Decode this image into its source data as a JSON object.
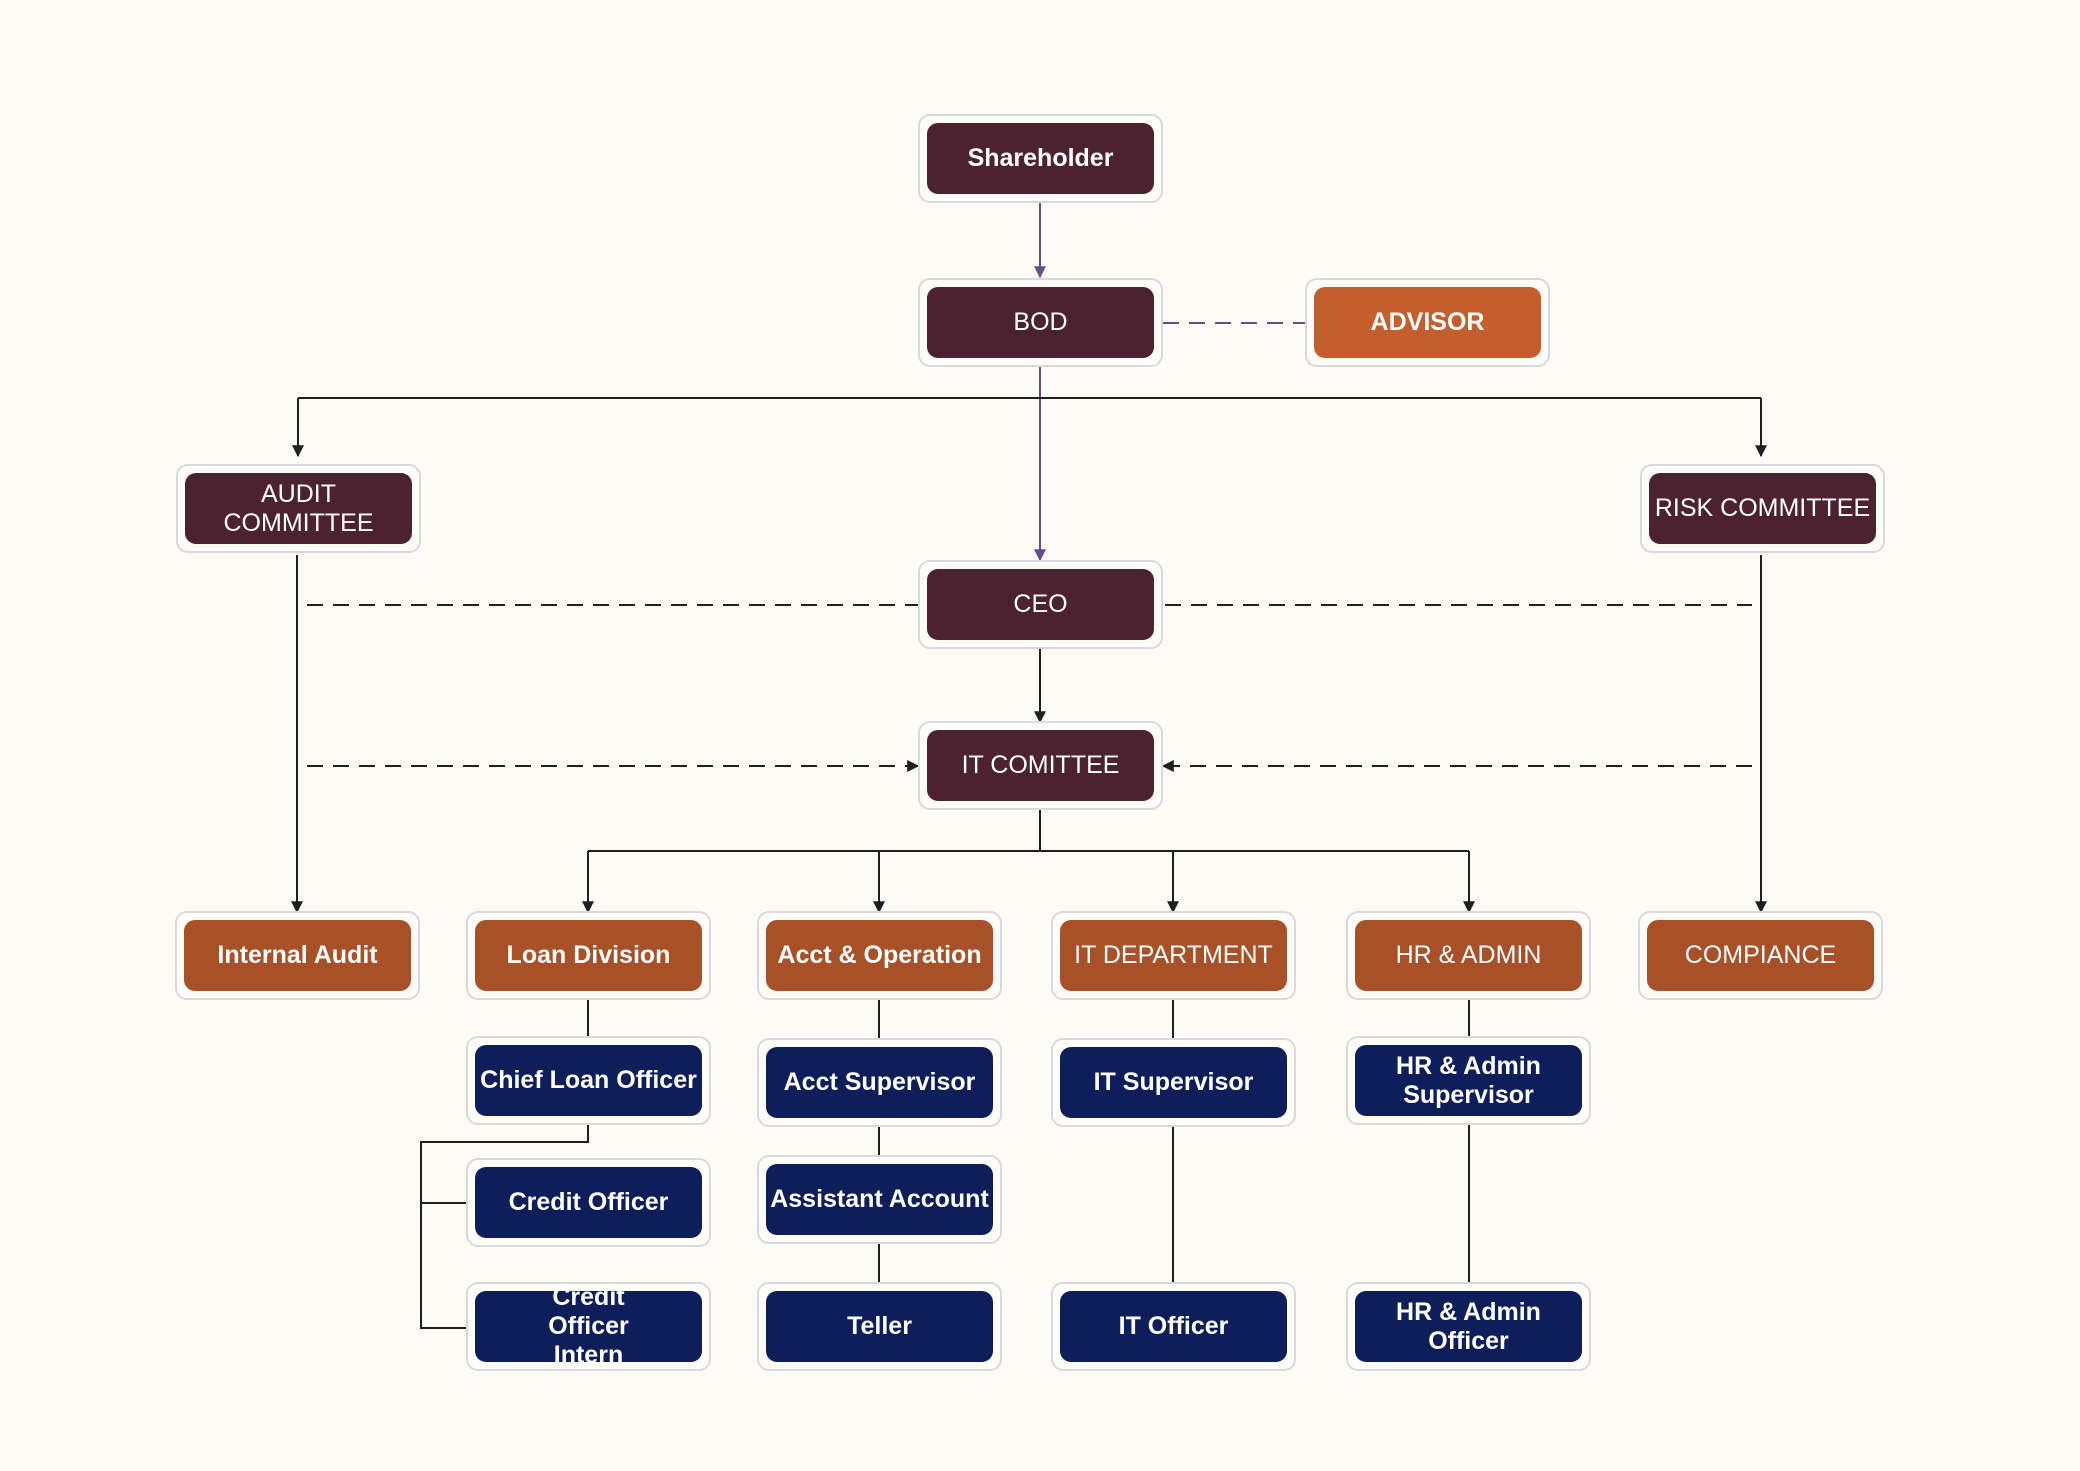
{
  "chart": {
    "nodes": {
      "shareholder": "Shareholder",
      "bod": "BOD",
      "advisor": "ADVISOR",
      "audit_committee": "AUDIT COMMITTEE",
      "risk_committee": "RISK COMMITTEE",
      "ceo": "CEO",
      "it_committee": "IT COMITTEE",
      "internal_audit": "Internal Audit",
      "loan_division": "Loan Division",
      "acct_operation": "Acct & Operation",
      "it_department": "IT DEPARTMENT",
      "hr_admin": "HR & ADMIN",
      "compliance": "COMPIANCE",
      "chief_loan_officer": "Chief Loan Officer",
      "acct_supervisor": "Acct Supervisor",
      "it_supervisor": "IT Supervisor",
      "hr_admin_supervisor": "HR & Admin Supervisor",
      "credit_officer": "Credit Officer",
      "assistant_account": "Assistant Account",
      "credit_officer_intern": "Credit Officer Intern",
      "teller": "Teller",
      "it_officer": "IT Officer",
      "hr_admin_officer": "HR & Admin Officer"
    },
    "colors": {
      "board": "#4c2230",
      "department": "#a85128",
      "advisor": "#c45e2c",
      "staff": "#0e1e5b",
      "wire": "#1f1f24",
      "wire_accent": "#6b4a8c"
    }
  }
}
